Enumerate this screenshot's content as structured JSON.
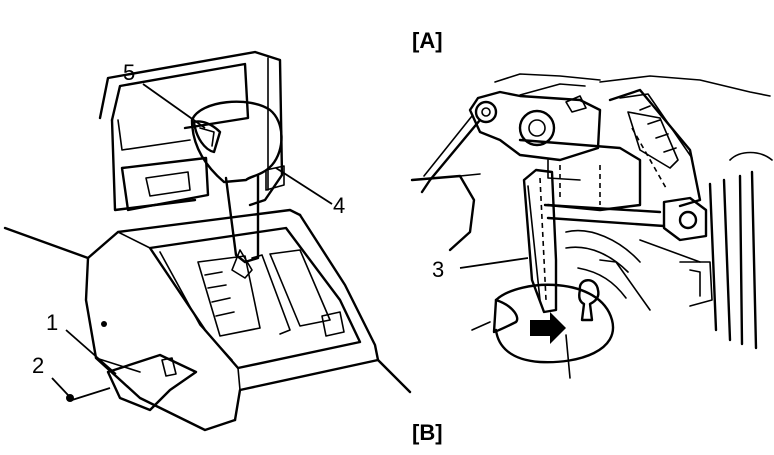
{
  "figure": {
    "panel_a": {
      "label": "[A]"
    },
    "panel_b": {
      "label": "[B]"
    },
    "callouts": [
      {
        "id": "1",
        "text": "1"
      },
      {
        "id": "2",
        "text": "2"
      },
      {
        "id": "3",
        "text": "3"
      },
      {
        "id": "4",
        "text": "4"
      },
      {
        "id": "5",
        "text": "5"
      }
    ],
    "colors": {
      "line": "#000000",
      "background": "#ffffff"
    },
    "icons": [
      "arrow-right-icon"
    ]
  }
}
